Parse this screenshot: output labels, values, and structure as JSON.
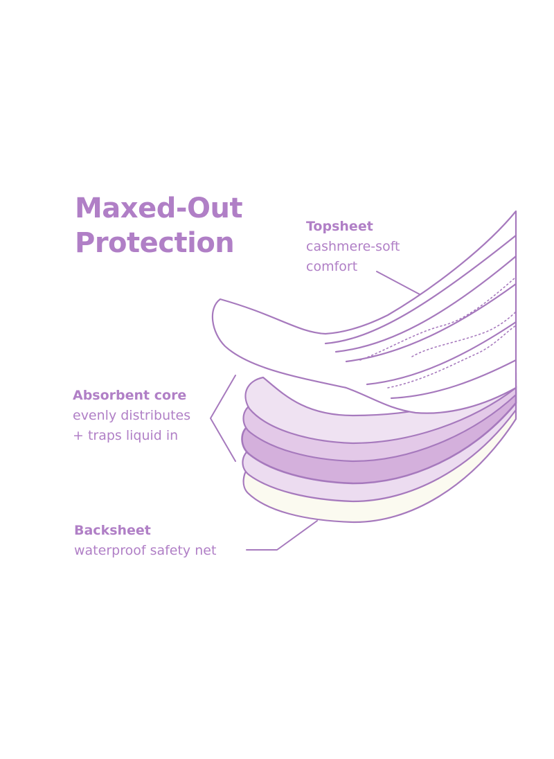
{
  "title": {
    "line1": "Maxed-Out",
    "line2": "Protection"
  },
  "layers": {
    "topsheet": {
      "name": "Topsheet",
      "line1": "cashmere-soft",
      "line2": "comfort"
    },
    "absorbent_core": {
      "name": "Absorbent core",
      "line1": "evenly distributes",
      "line2": "+ traps liquid in"
    },
    "backsheet": {
      "name": "Backsheet",
      "line1": "waterproof safety net"
    }
  },
  "colors": {
    "accent": "#b07fc6",
    "outline": "#a679bd",
    "layer_light": "#efe2f2",
    "layer_mid": "#e3c9e8",
    "layer_dark": "#d4b0dc",
    "backsheet_fill": "#fbfaf0",
    "background": "#ffffff"
  }
}
